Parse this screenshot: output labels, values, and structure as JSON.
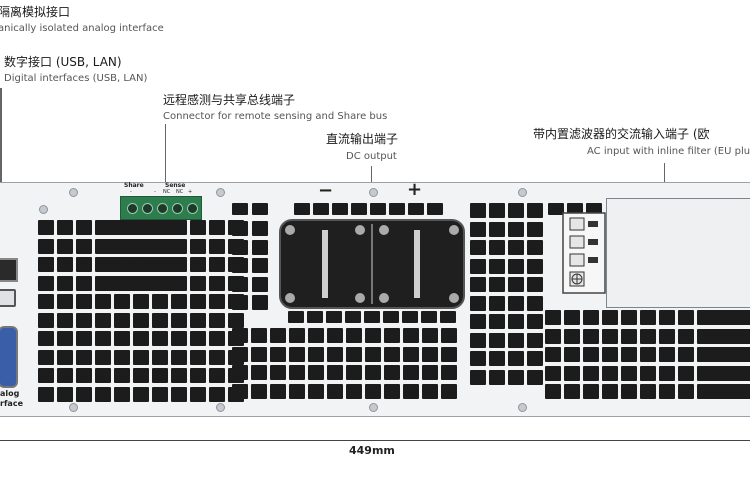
{
  "labels": {
    "analog": {
      "zh": "隔离模拟接口",
      "en": "anically isolated analog interface"
    },
    "digital": {
      "zh": "数字接口 (USB, LAN)",
      "en": "Digital interfaces (USB, LAN)"
    },
    "sense": {
      "zh": "远程感测与共享总线端子",
      "en": "Connector for remote sensing and Share bus"
    },
    "dc": {
      "zh": "直流输出端子",
      "en": "DC output"
    },
    "ac": {
      "zh": "带内置滤波器的交流输入端子 (欧",
      "en": "AC input with inline filter (EU plug)"
    }
  },
  "connector": {
    "share": "Share",
    "sense": "Sense",
    "nc": "NC",
    "minus": "-",
    "plus": "+"
  },
  "polarity": {
    "minus": "−",
    "plus": "+"
  },
  "side_label": {
    "line1": "alog",
    "line2": "rface"
  },
  "dimension": {
    "width": "449mm"
  },
  "colors": {
    "vent": "#1c1c1c",
    "panel": "#f2f3f5",
    "terminal_green": "#2e7d4f",
    "border": "#9aa1a8"
  }
}
